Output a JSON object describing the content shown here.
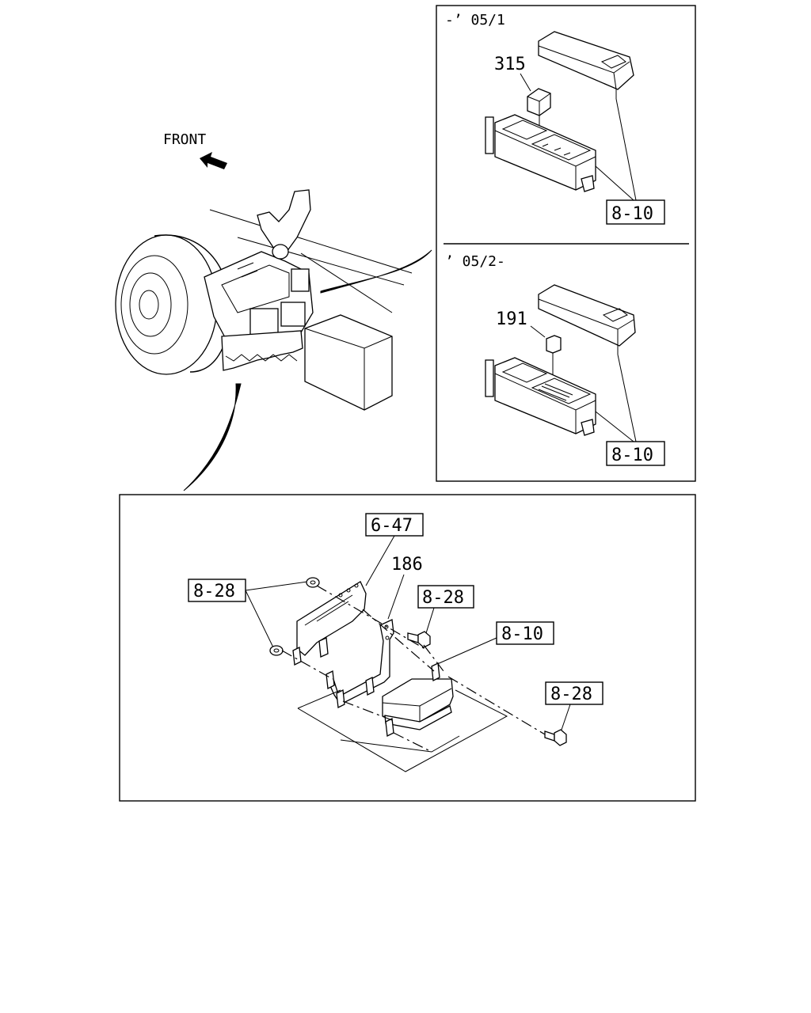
{
  "front_label": "FRONT",
  "inset_top": {
    "period": "-’ 05/1",
    "part_number": "315",
    "ref_box": "8-10"
  },
  "inset_middle": {
    "period": "’ 05/2-",
    "part_number": "191",
    "ref_box": "8-10"
  },
  "bottom_panel": {
    "ref_6_47": "6-47",
    "part_186": "186",
    "ref_8_28_left": "8-28",
    "ref_8_28_mid": "8-28",
    "ref_8_10": "8-10",
    "ref_8_28_right": "8-28"
  },
  "icons": [
    "front-arrow-icon"
  ]
}
